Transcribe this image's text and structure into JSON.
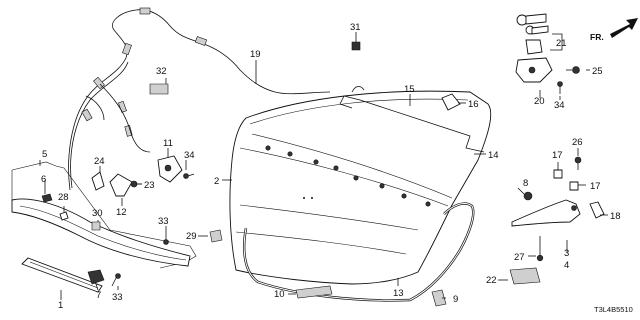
{
  "diagram": {
    "code": "T3L4B5510",
    "direction_label": "FR.",
    "callouts": [
      {
        "id": "c1",
        "text": "1"
      },
      {
        "id": "c2",
        "text": "2"
      },
      {
        "id": "c3",
        "text": "3"
      },
      {
        "id": "c4",
        "text": "4"
      },
      {
        "id": "c5",
        "text": "5"
      },
      {
        "id": "c6",
        "text": "6"
      },
      {
        "id": "c7",
        "text": "7"
      },
      {
        "id": "c8",
        "text": "8"
      },
      {
        "id": "c9",
        "text": "9"
      },
      {
        "id": "c10",
        "text": "10"
      },
      {
        "id": "c11",
        "text": "11"
      },
      {
        "id": "c12",
        "text": "12"
      },
      {
        "id": "c13",
        "text": "13"
      },
      {
        "id": "c14",
        "text": "14"
      },
      {
        "id": "c15",
        "text": "15"
      },
      {
        "id": "c16",
        "text": "16"
      },
      {
        "id": "c17a",
        "text": "17"
      },
      {
        "id": "c17b",
        "text": "17"
      },
      {
        "id": "c18",
        "text": "18"
      },
      {
        "id": "c19",
        "text": "19"
      },
      {
        "id": "c20",
        "text": "20"
      },
      {
        "id": "c21",
        "text": "21"
      },
      {
        "id": "c22",
        "text": "22"
      },
      {
        "id": "c23",
        "text": "23"
      },
      {
        "id": "c24",
        "text": "24"
      },
      {
        "id": "c25",
        "text": "25"
      },
      {
        "id": "c26",
        "text": "26"
      },
      {
        "id": "c27",
        "text": "27"
      },
      {
        "id": "c28",
        "text": "28"
      },
      {
        "id": "c29",
        "text": "29"
      },
      {
        "id": "c30",
        "text": "30"
      },
      {
        "id": "c31",
        "text": "31"
      },
      {
        "id": "c32",
        "text": "32"
      },
      {
        "id": "c33a",
        "text": "33"
      },
      {
        "id": "c33b",
        "text": "33"
      },
      {
        "id": "c34a",
        "text": "34"
      },
      {
        "id": "c34b",
        "text": "34"
      }
    ]
  }
}
